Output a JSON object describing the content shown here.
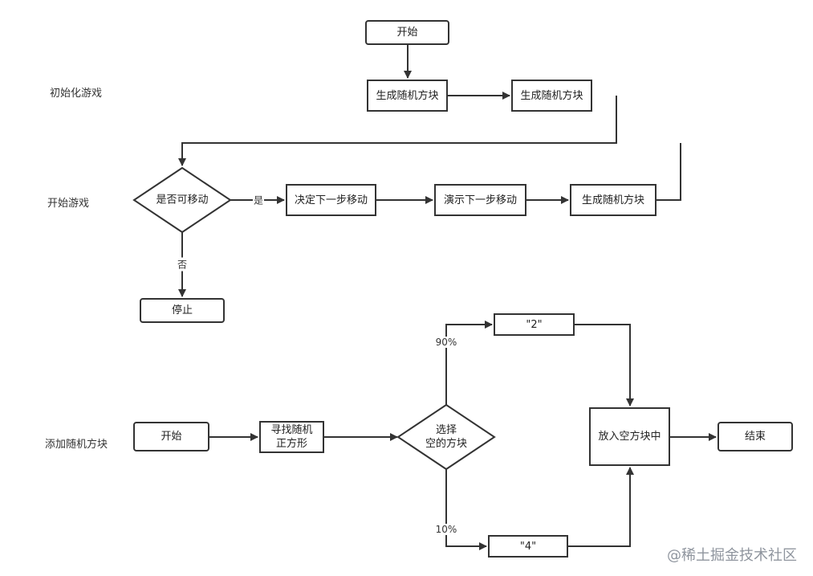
{
  "sections": {
    "init": "初始化游戏",
    "play": "开始游戏",
    "add": "添加随机方块"
  },
  "nodes": {
    "start1": "开始",
    "gen1": "生成随机方块",
    "gen2": "生成随机方块",
    "can_move": "是否可移动",
    "decide": "决定下一步移动",
    "demo": "演示下一步移动",
    "gen3": "生成随机方块",
    "stop": "停止",
    "start2": "开始",
    "find": "寻找随机\n正方形",
    "choose": "选择\n空的方块",
    "two": "\"2\"",
    "four": "\"4\"",
    "place": "放入空方块中",
    "end": "结束"
  },
  "edge_labels": {
    "yes": "是",
    "no": "否",
    "p90": "90%",
    "p10": "10%"
  },
  "watermark": "@稀土掘金技术社区",
  "colors": {
    "stroke": "#333333",
    "background": "#ffffff",
    "watermark": "#8f959e"
  }
}
